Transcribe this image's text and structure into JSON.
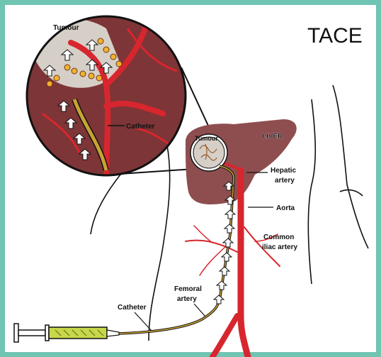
{
  "title": "TACE",
  "labels": {
    "tumour_inset": "Tumour",
    "catheter_inset": "Catheter",
    "tumour_liver": "Tumour",
    "liver": "LIVER",
    "hepatic_artery_line1": "Hepatic",
    "hepatic_artery_line2": "artery",
    "aorta": "Aorta",
    "common_iliac_line1": "Common",
    "common_iliac_line2": "iliac artery",
    "femoral_line1": "Femoral",
    "femoral_line2": "artery",
    "catheter_bottom": "Catheter"
  },
  "colors": {
    "frame": "#6fc4b2",
    "artery": "#d7262e",
    "liver": "#8e4e50",
    "inset_tissue": "#7d3537",
    "tumour": "#d6cfc8",
    "catheter": "#c9a233",
    "syringe_fluid": "#c8d64a"
  }
}
